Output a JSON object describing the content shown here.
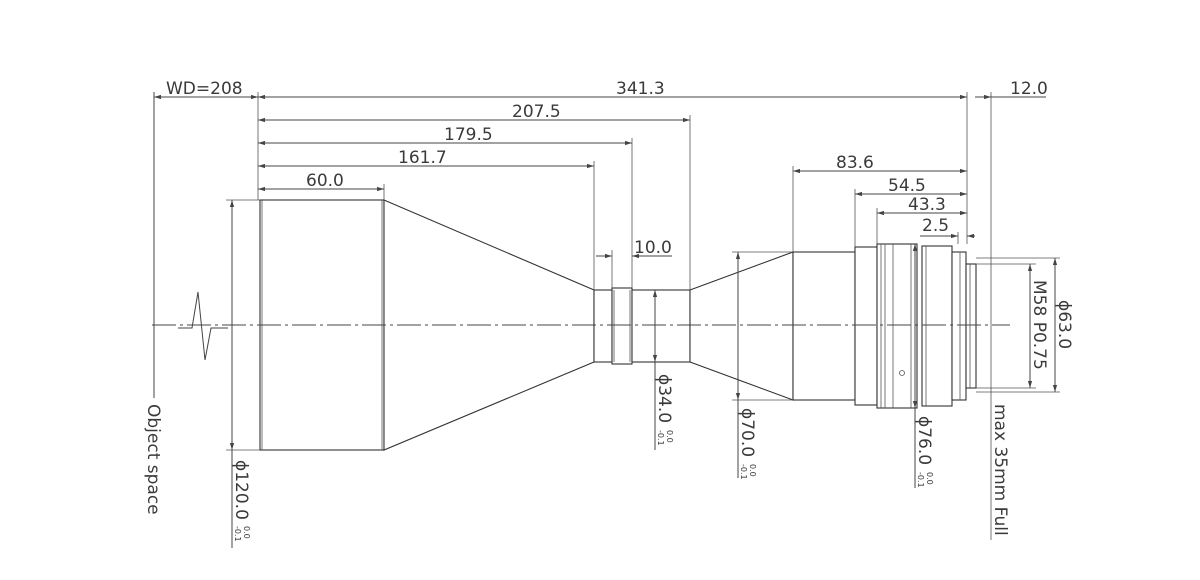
{
  "labels": {
    "wd": "WD=208",
    "total_length": "341.3",
    "rear_12": "12.0",
    "len_207": "207.5",
    "len_179": "179.5",
    "len_161": "161.7",
    "len_60": "60.0",
    "len_10": "10.0",
    "len_83": "83.6",
    "len_54": "54.5",
    "len_43": "43.3",
    "len_2_5": "2.5",
    "dia_120": "ϕ120.0",
    "dia_34": "ϕ34.0",
    "dia_70": "ϕ70.0",
    "dia_76": "ϕ76.0",
    "dia_63": "ϕ63.0",
    "thread": "M58 P0.75",
    "sensor": "max 35mm Full",
    "object_space": "Object space"
  },
  "tolerances": {
    "upper": "0.0",
    "lower": "-0.1"
  }
}
